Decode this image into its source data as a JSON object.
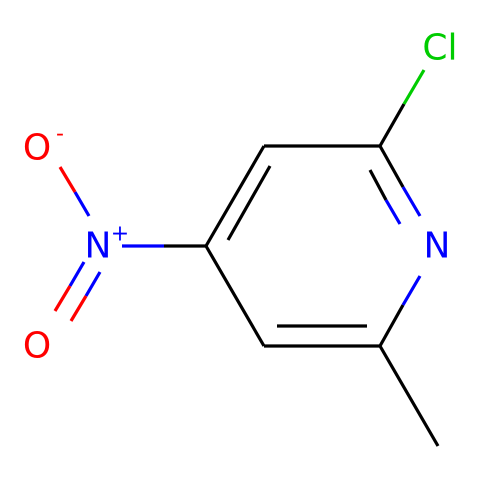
{
  "colors": {
    "carbon": "#000000",
    "nitrogen": "#0000ff",
    "oxygen": "#ff0000",
    "chlorine": "#00cc00",
    "background": "#ffffff"
  },
  "atoms": {
    "cl": {
      "label": "Cl",
      "color": "#00cc00"
    },
    "n_ring": {
      "label": "N",
      "color": "#0000ff"
    },
    "n_nitro": {
      "label": "N",
      "charge": "+",
      "color": "#0000ff"
    },
    "o_minus": {
      "label": "O",
      "charge": "-",
      "color": "#ff0000"
    },
    "o_double": {
      "label": "O",
      "color": "#ff0000"
    }
  }
}
